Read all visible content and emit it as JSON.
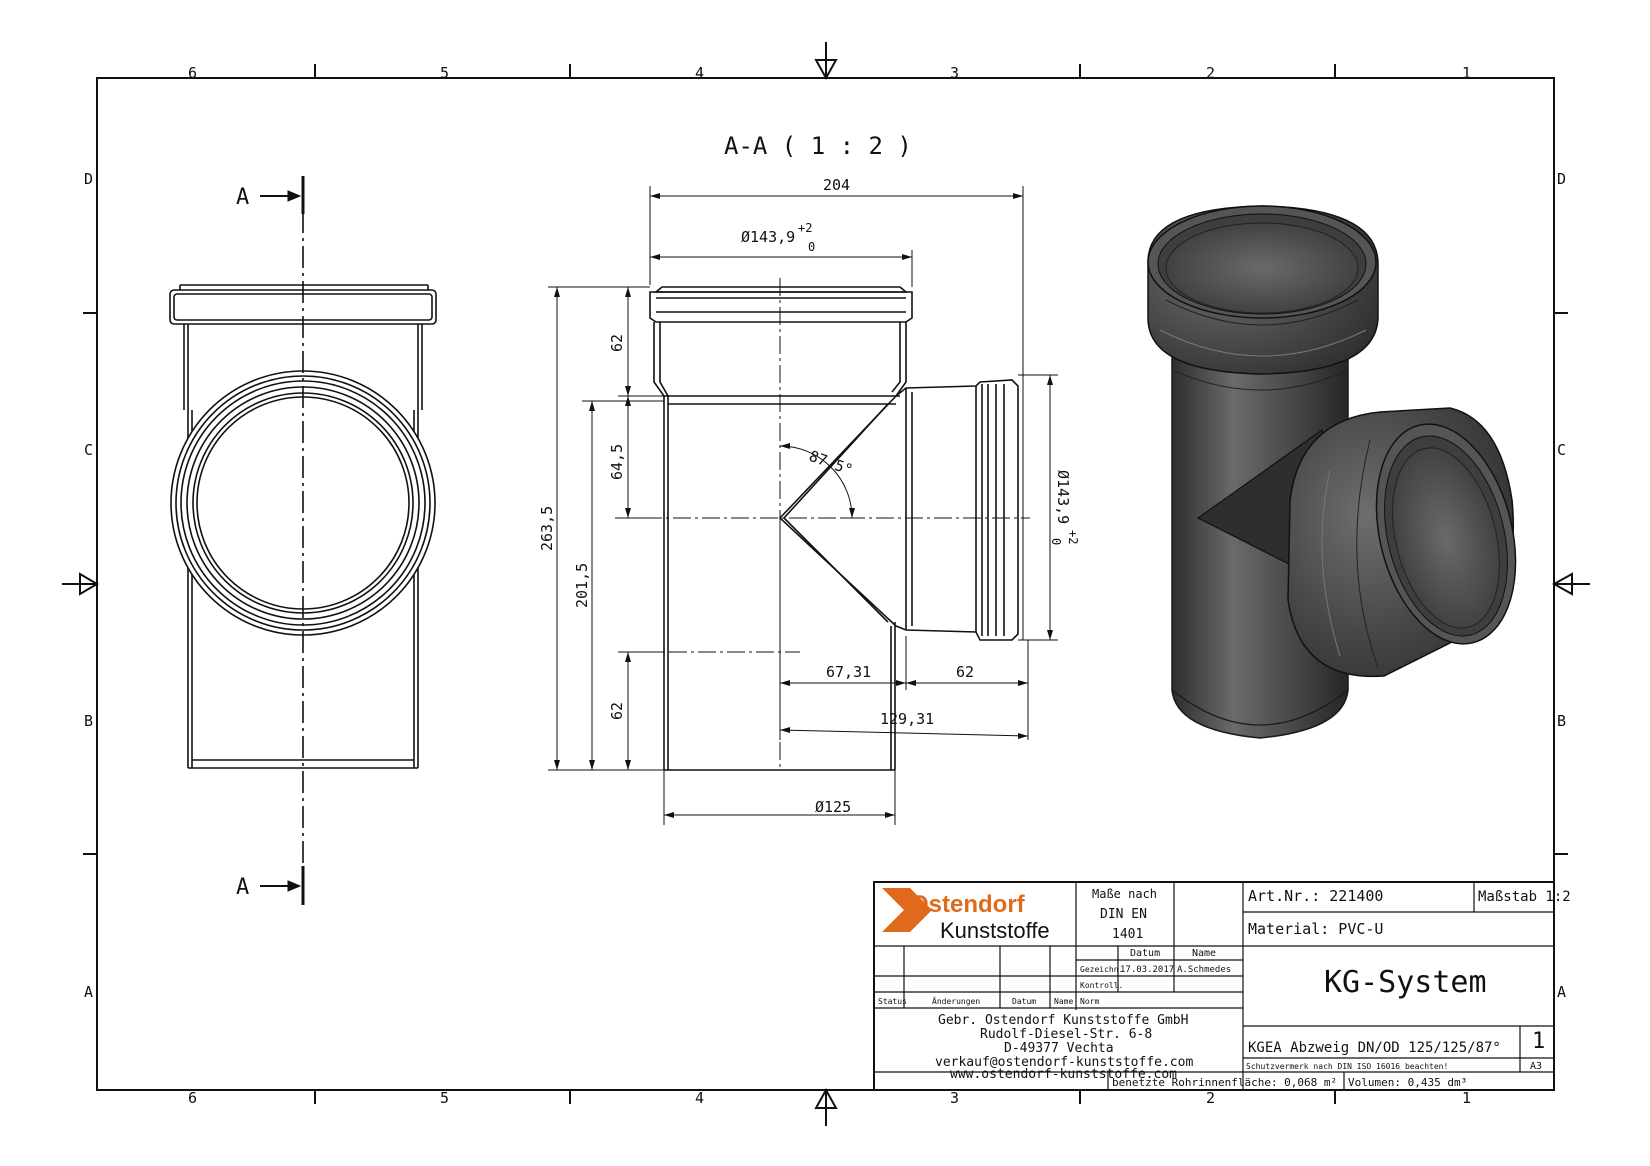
{
  "frame": {
    "columns": [
      "6",
      "5",
      "4",
      "3",
      "2",
      "1"
    ],
    "rows": [
      "D",
      "C",
      "B",
      "A"
    ]
  },
  "section": {
    "label": "A",
    "title": "A-A ( 1 : 2 )"
  },
  "dimensions": {
    "overall_width": "204",
    "socket_diameter_top": "Ø143,9",
    "tol_upper": "+2",
    "tol_lower": "0",
    "socket_depth_top": "62",
    "branch_offset": "64,5",
    "overall_height": "263,5",
    "lower_height": "201,5",
    "spigot_length": "62",
    "angle": "87,5°",
    "socket_diameter_branch": "Ø143,9",
    "branch_socket_depth": "62",
    "branch_center_offset": "67,31",
    "branch_total": "129,31",
    "pipe_diameter": "Ø125"
  },
  "title_block": {
    "logo_top": "Ostendorf",
    "logo_bottom": "Kunststoffe",
    "standard_line1": "Maße nach",
    "standard_line2": "DIN EN",
    "standard_line3": "1401",
    "art_nr": "Art.Nr.: 221400",
    "scale": "Maßstab 1:2",
    "material": "Material: PVC-U",
    "col_datum": "Datum",
    "col_name": "Name",
    "row_gezeichn": "Gezeichn.",
    "gezeichn_date": "17.03.2017",
    "gezeichn_name": "A.Schmedes",
    "row_kontroll": "Kontroll.",
    "row_norm": "Norm",
    "hdr_status": "Status",
    "hdr_aenderungen": "Änderungen",
    "hdr_datum": "Datum",
    "hdr_name": "Name",
    "company": "Gebr. Ostendorf Kunststoffe GmbH",
    "street": "Rudolf-Diesel-Str. 6-8",
    "city": "D-49377 Vechta",
    "email": "verkauf@ostendorf-kunststoffe.com",
    "web": "www.ostendorf-kunststoffe.com",
    "system": "KG-System",
    "product": "KGEA Abzweig DN/OD 125/125/87°",
    "sheet_no": "1",
    "sheet_format": "A3",
    "copyright": "Schutzvermerk nach DIN ISO 16016 beachten!",
    "surface": "benetzte Rohrinnenfläche: 0,068 m²",
    "volume": "Volumen: 0,435 dm³"
  },
  "colors": {
    "line": "#111111",
    "logo_orange": "#e06a1b",
    "render_dark": "#3a3a3a",
    "render_mid": "#5a5a5a",
    "render_light": "#7a7a7a"
  }
}
